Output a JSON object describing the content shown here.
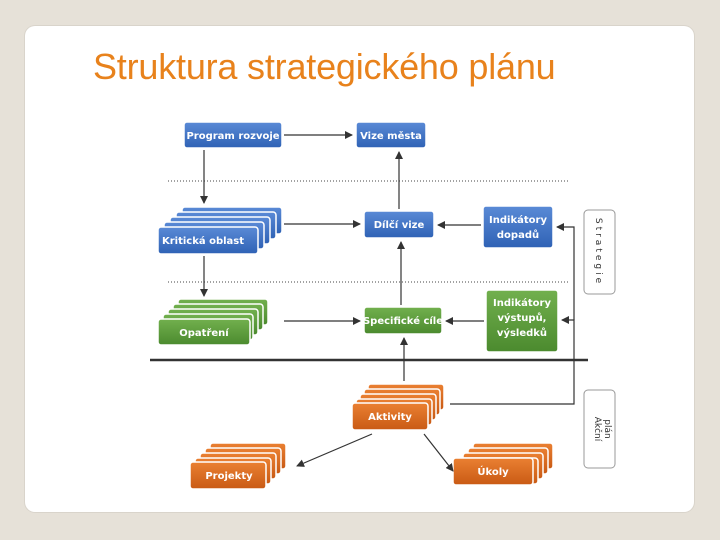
{
  "title": "Struktura strategického plánu",
  "colors": {
    "blue": "#3f72c4",
    "blue_stroke": "#2c5aa8",
    "green": "#5a9a3a",
    "green_stroke": "#3f7a28",
    "orange": "#d96a1e",
    "orange_stroke": "#b3520f",
    "arrow": "#333333"
  },
  "nodes": {
    "program_rozvoje": "Program rozvoje",
    "vize_mesta": "Vize města",
    "kriticka_oblast": "Kritická oblast",
    "dilci_vize": "Dílčí vize",
    "indikatory_dopadu": [
      "Indikátory",
      "dopadů"
    ],
    "opatreni": "Opatření",
    "specificke_cile": "Specifické cíle",
    "indikatory_vystupu": [
      "Indikátory",
      "výstupů,",
      "výsledků"
    ],
    "aktivity": "Aktivity",
    "projekty": "Projekty",
    "ukoly": "Úkoly"
  },
  "side_labels": {
    "strategie": "Strategie",
    "akcni_plan": [
      "Akční",
      "plán"
    ]
  }
}
